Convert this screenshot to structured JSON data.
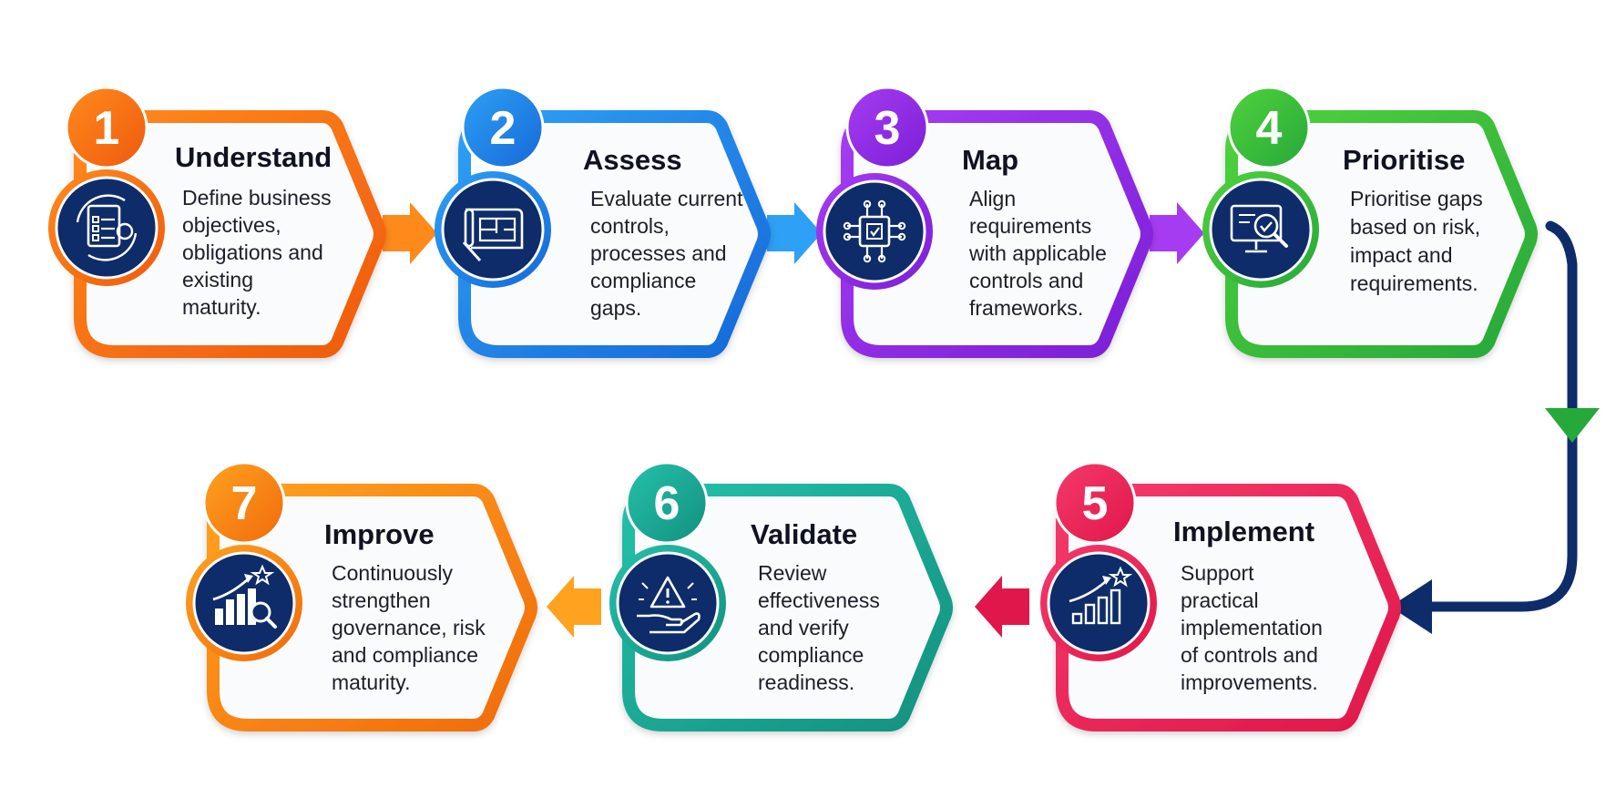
{
  "steps": [
    {
      "number": "1",
      "title": "Understand",
      "lines": [
        "Define business",
        "objectives,",
        "obligations and",
        "existing",
        "maturity."
      ],
      "color": "#ef5a0e",
      "color_light": "#ff8a1c",
      "icon": "checklist-cycle-icon"
    },
    {
      "number": "2",
      "title": "Assess",
      "lines": [
        "Evaluate current",
        "controls,",
        "processes and",
        "compliance",
        "gaps."
      ],
      "color": "#1669d8",
      "color_light": "#2ea0f5",
      "icon": "blueprint-icon"
    },
    {
      "number": "3",
      "title": "Map",
      "lines": [
        "Align",
        "requirements",
        "with applicable",
        "controls and",
        "frameworks."
      ],
      "color": "#7b1fd6",
      "color_light": "#a63cf2",
      "icon": "circuit-chip-icon"
    },
    {
      "number": "4",
      "title": "Prioritise",
      "lines": [
        "Prioritise gaps",
        "based on risk,",
        "impact and",
        "requirements."
      ],
      "color": "#27a83a",
      "color_light": "#4fd23c",
      "icon": "monitor-magnifier-icon"
    },
    {
      "number": "5",
      "title": "Implement",
      "lines": [
        "Support",
        "practical",
        "implementation",
        "of controls and",
        "improvements."
      ],
      "color": "#e0174a",
      "color_light": "#f43a6a",
      "icon": "growth-chart-icon"
    },
    {
      "number": "6",
      "title": "Validate",
      "lines": [
        "Review",
        "effectiveness",
        "and verify",
        "compliance",
        "readiness."
      ],
      "color": "#12917f",
      "color_light": "#25c0aa",
      "icon": "warning-hand-icon"
    },
    {
      "number": "7",
      "title": "Improve",
      "lines": [
        "Continuously",
        "strengthen",
        "governance, risk",
        "and compliance",
        "maturity."
      ],
      "color": "#f06b0c",
      "color_light": "#ffa21f",
      "icon": "bar-chart-magnifier-icon"
    }
  ],
  "colors": {
    "icon_disc": "#0e2c69",
    "icon_disc_light": "#1d4a9a",
    "connector": "#0e2c69",
    "card_fill": "#fafbfc"
  }
}
